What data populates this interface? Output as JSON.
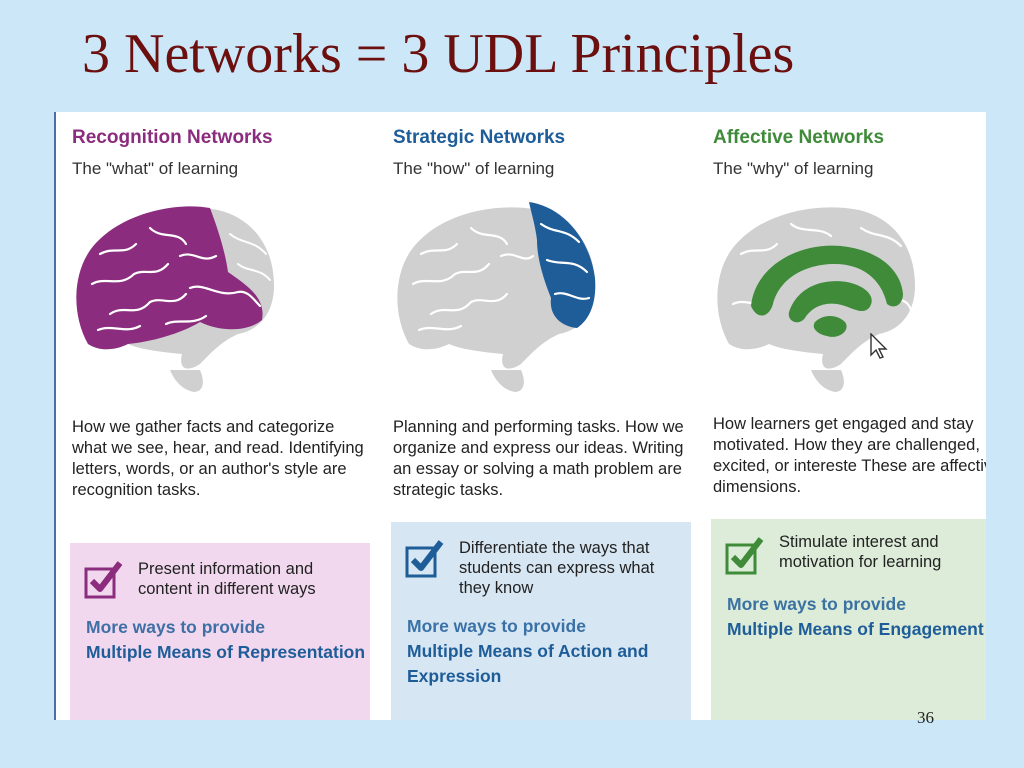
{
  "slide": {
    "title": "3 Networks = 3 UDL Principles",
    "page_number": "36"
  },
  "networks": [
    {
      "title": "Recognition Networks",
      "subtitle": "The \"what\" of learning",
      "description": "How we gather facts and categorize what we see, hear, and read. Identifying letters, words, or an author's style are recognition tasks.",
      "checkbox_text": "Present information and content in different ways",
      "more_intro": "More ways to provide",
      "more_name": "Multiple Means of Representation",
      "accent": "#8b2c7e",
      "box_bg": "#f1d8ee",
      "icon": "brain-recognition-icon"
    },
    {
      "title": "Strategic Networks",
      "subtitle": "The \"how\" of learning",
      "description": "Planning and performing tasks. How we organize and express our ideas. Writing an essay or solving a math problem are strategic tasks.",
      "checkbox_text": "Differentiate the ways that students can express what they know",
      "more_intro": "More ways to provide",
      "more_name": "Multiple Means of Action and Expression",
      "accent": "#1f5d99",
      "box_bg": "#d6e6f2",
      "icon": "brain-strategic-icon"
    },
    {
      "title": "Affective Networks",
      "subtitle": "The \"why\" of learning",
      "description": "How learners get engaged and stay motivated. How they are challenged, excited, or intereste These are affective dimensions.",
      "checkbox_text": "Stimulate interest and motivation for learning",
      "more_intro": "More ways to provide",
      "more_name": "Multiple Means of Engagement",
      "accent": "#3f8b3a",
      "box_bg": "#dcecd8",
      "icon": "brain-affective-icon"
    }
  ]
}
